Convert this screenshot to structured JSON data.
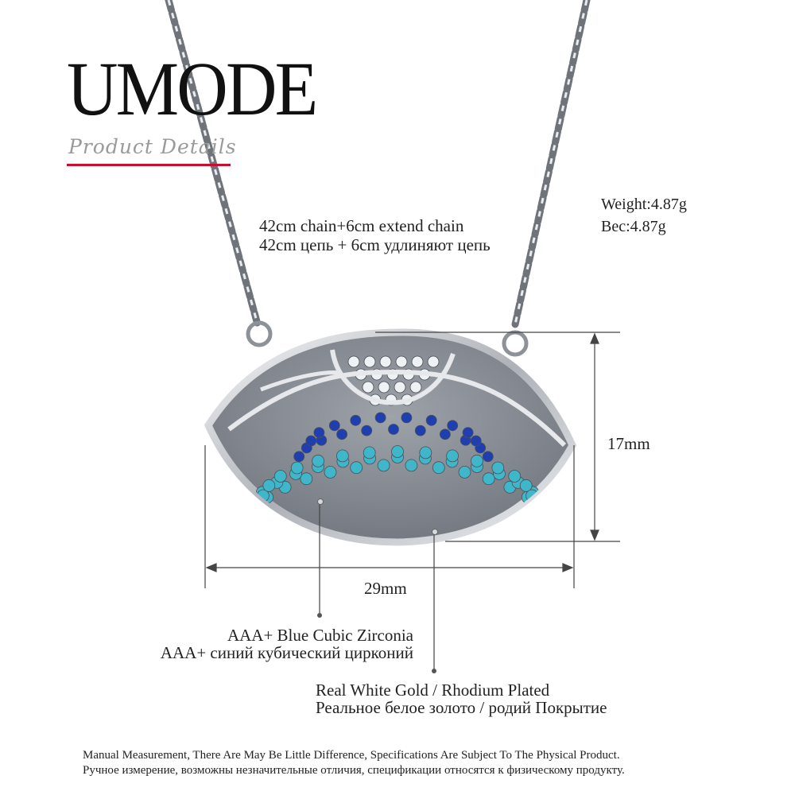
{
  "brand": {
    "name": "UMODE",
    "subtitle": "Product Details",
    "accent_color": "#c8102e"
  },
  "chain": {
    "line1": "42cm chain+6cm extend chain",
    "line2": "42cm цепь + 6cm удлиняют цепь"
  },
  "weight": {
    "line1": "Weight:4.87g",
    "line2": "Bec:4.87g"
  },
  "dimensions": {
    "height": "17mm",
    "width": "29mm"
  },
  "stone": {
    "line1": "AAA+ Blue Cubic Zirconia",
    "line2": "AAA+ синий кубический цирконий"
  },
  "metal": {
    "line1": "Real White Gold / Rhodium Plated",
    "line2": "Реальное белое золото / родий Покрытие"
  },
  "footer": {
    "line1": "Manual Measurement, There Are May Be Little Difference, Specifications Are Subject To The Physical Product.",
    "line2": "Ручное измерение, возможны незначительные отличия, спецификации относятся к физическому продукту."
  },
  "colors": {
    "turquoise": "#3fb6c9",
    "sapphire": "#1f3fb0",
    "crystal": "#eef2f5",
    "silver": "#c9ccd1"
  }
}
